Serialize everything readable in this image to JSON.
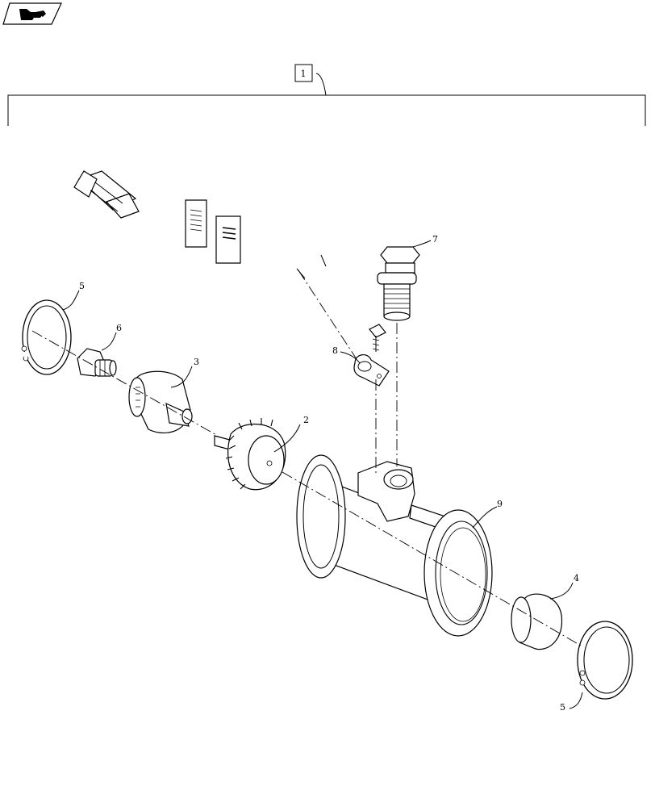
{
  "nav": {
    "icon": "book-page-icon"
  },
  "assembly": {
    "label": "1"
  },
  "callouts": {
    "p2": "2",
    "p3": "3",
    "p4": "4",
    "p5_left": "5",
    "p5_right": "5",
    "p6": "6",
    "p7": "7",
    "p8": "8",
    "p9": "9"
  }
}
